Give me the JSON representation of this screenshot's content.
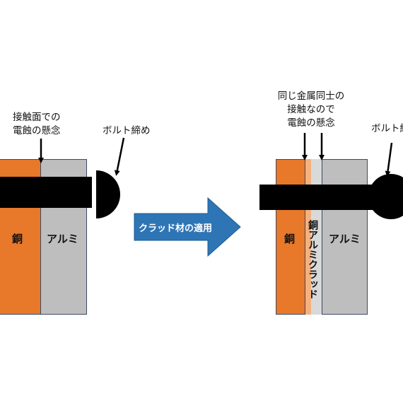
{
  "left": {
    "note_contact": [
      "接触面での",
      "電蝕の懸念"
    ],
    "note_bolt": "ボルト締め",
    "label_copper": "銅",
    "label_aluminum": "アルミ"
  },
  "arrow": {
    "label": "クラッド材の適用"
  },
  "right": {
    "note_same_metal": [
      "同じ金属同士の",
      "接触なので",
      "電蝕の懸念"
    ],
    "note_bolt": "ボルト締",
    "label_copper": "銅",
    "label_clad": "銅アルミクラッド",
    "label_aluminum": "アルミ"
  },
  "colors": {
    "copper": "#e8782a",
    "aluminum": "#bebebe",
    "bolt": "#000000",
    "arrow_fill": "#2e75b6"
  }
}
